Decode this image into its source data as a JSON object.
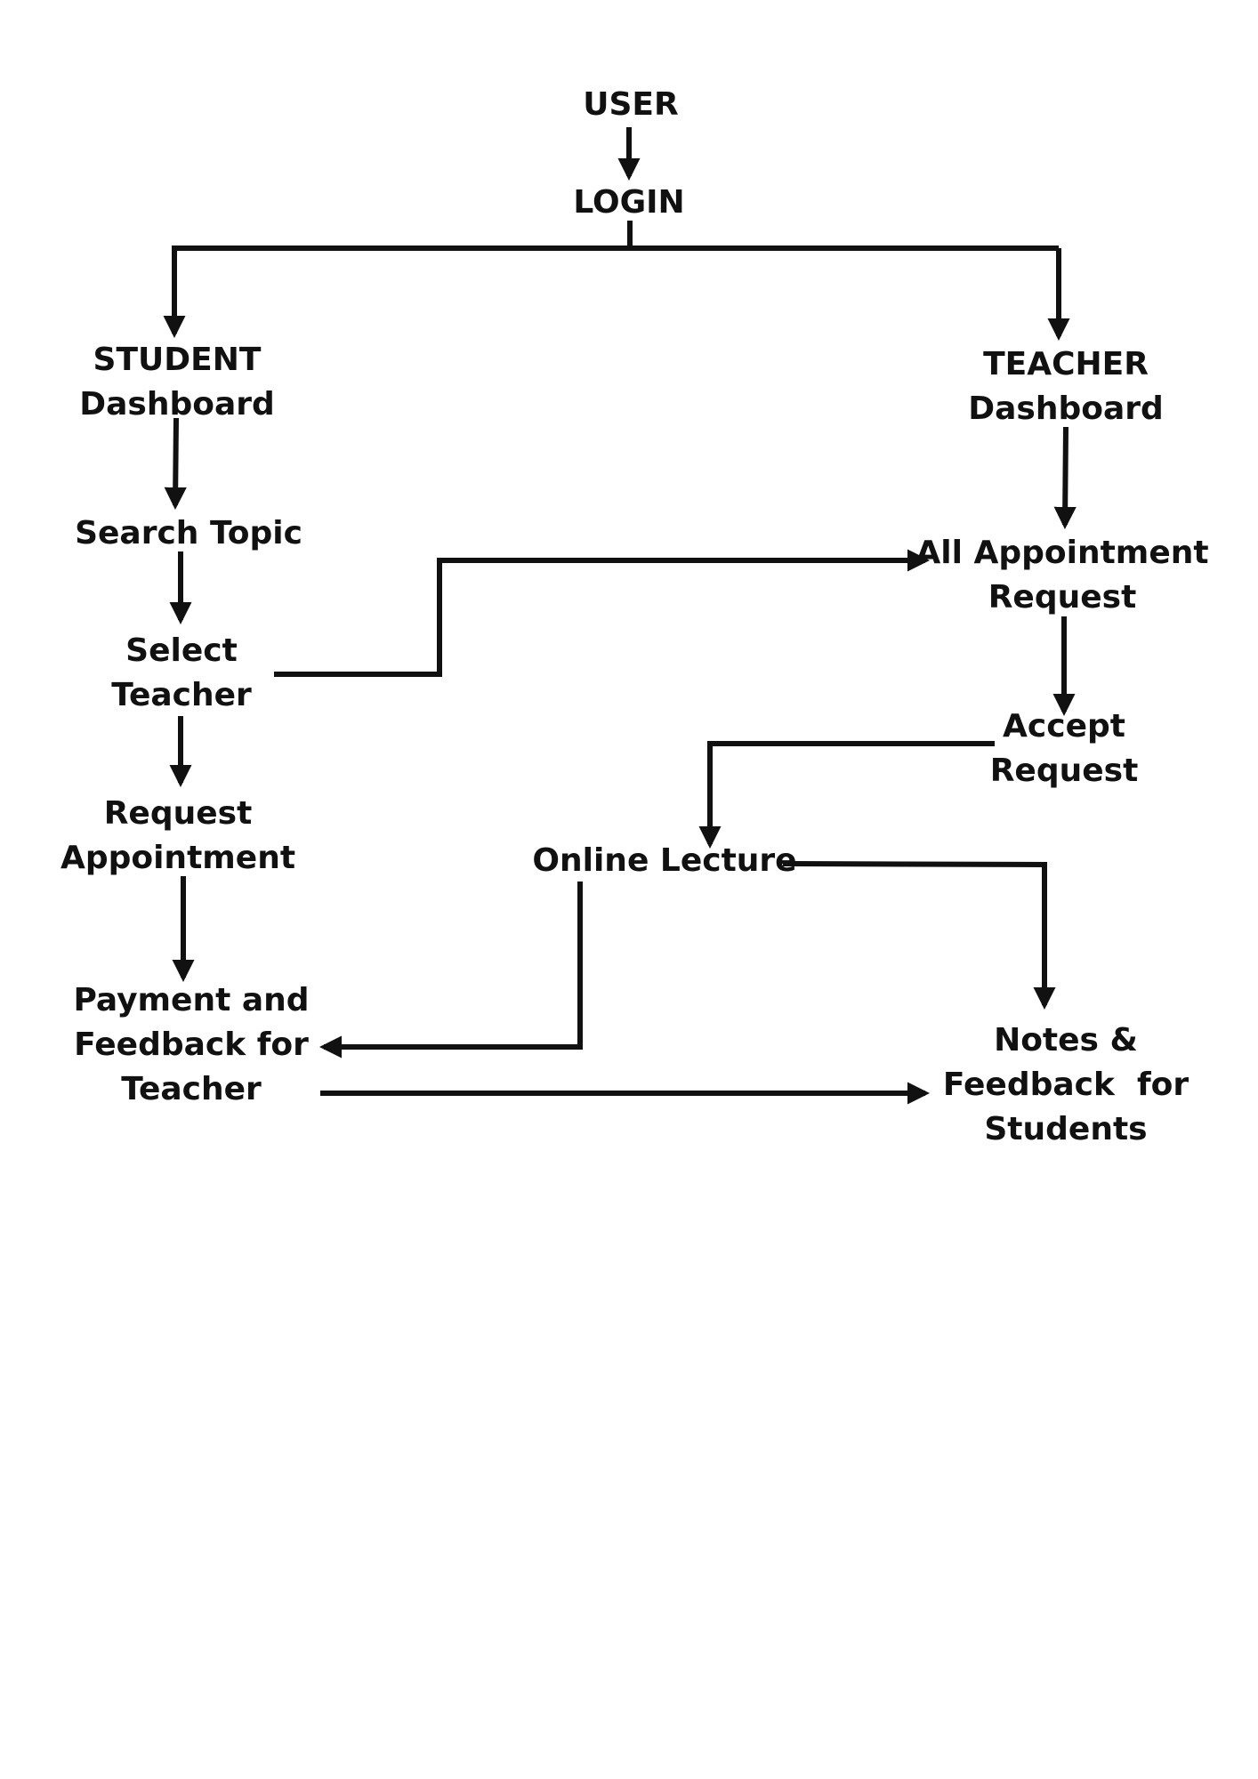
{
  "diagram": {
    "nodes": {
      "user": [
        "USER"
      ],
      "login": [
        "LOGIN"
      ],
      "student_dashboard": [
        "STUDENT",
        "Dashboard"
      ],
      "teacher_dashboard": [
        "TEACHER",
        "Dashboard"
      ],
      "search_topic": [
        "Search Topic"
      ],
      "all_appointment_request": [
        "All Appointment",
        "Request"
      ],
      "select_teacher": [
        "Select",
        "Teacher"
      ],
      "accept_request": [
        "Accept",
        "Request"
      ],
      "request_appointment": [
        "Request",
        "Appointment"
      ],
      "online_lecture": [
        "Online Lecture"
      ],
      "payment_feedback": [
        "Payment and",
        "Feedback for",
        "Teacher"
      ],
      "notes_feedback": [
        "Notes &",
        "Feedback  for",
        "Students"
      ]
    }
  }
}
